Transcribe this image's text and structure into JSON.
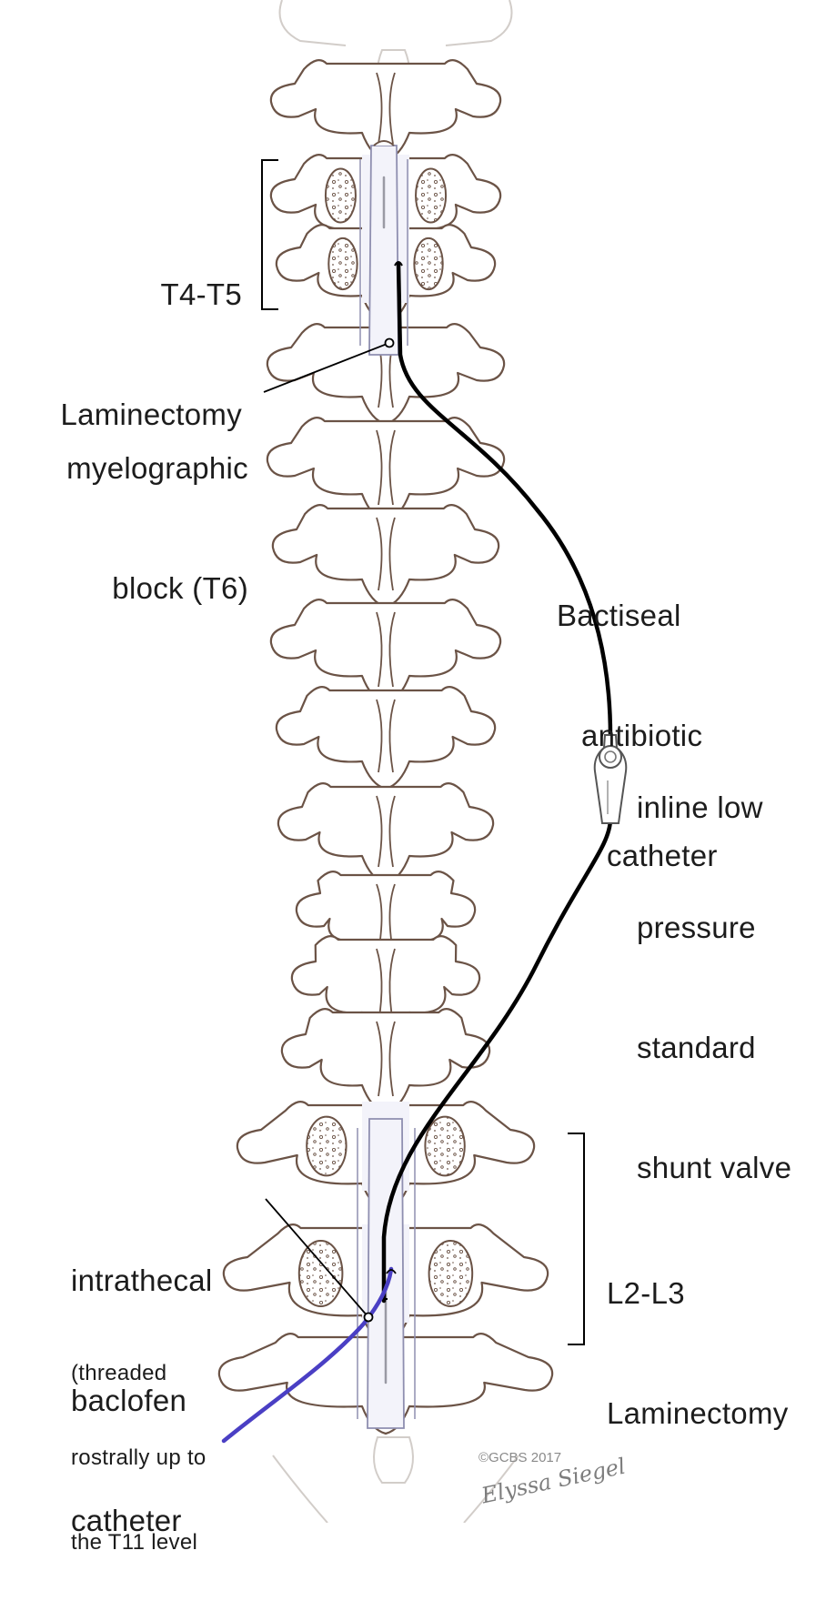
{
  "labels": {
    "t4_t5_line1": "T4-T5",
    "t4_t5_line2": "Laminectomy",
    "myelo_line1": "myelographic",
    "myelo_line2": "block (T6)",
    "bactiseal_line1": "Bactiseal",
    "bactiseal_line2": "antibiotic",
    "bactiseal_line3": "catheter",
    "valve_line1": "inline low",
    "valve_line2": "pressure",
    "valve_line3": "standard",
    "valve_line4": "shunt valve",
    "l2_l3_line1": "L2-L3",
    "l2_l3_line2": "Laminectomy",
    "baclofen_line1": "intrathecal",
    "baclofen_line2": "baclofen",
    "baclofen_line3": "catheter",
    "baclofen_note1": "(threaded",
    "baclofen_note2": "rostrally up to",
    "baclofen_note3": "the T11 level"
  },
  "credit": {
    "copyright": "©GCBS 2017",
    "signature": "Elyssa Siegel"
  },
  "colors": {
    "bone_outline": "#6b5346",
    "bone_fill": "#ffffff",
    "faded_outline": "#cfcac6",
    "dura_outline": "#8f8fb0",
    "dura_fill": "#f3f3fa",
    "shunt_catheter": "#000000",
    "baclofen_catheter": "#4a3fc4",
    "leader_line": "#000000"
  }
}
